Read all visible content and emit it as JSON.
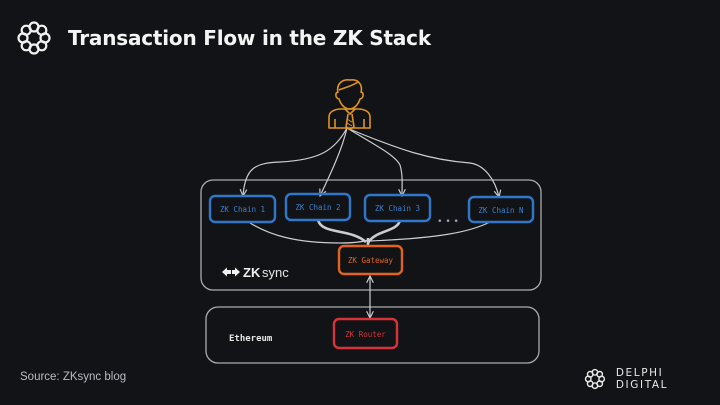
{
  "header": {
    "title": "Transaction Flow in the ZK Stack",
    "logo_icon": "delphi-knot-icon"
  },
  "diagram": {
    "user_icon": "businessman-icon",
    "chains": [
      {
        "label": "ZK Chain 1"
      },
      {
        "label": "ZK Chain 2"
      },
      {
        "label": "ZK Chain 3"
      },
      {
        "label": "ZK Chain N"
      }
    ],
    "ellipsis": "• • •",
    "gateway": {
      "label": "ZK Gateway"
    },
    "router": {
      "label": "ZK Router"
    },
    "zksync_logo": {
      "mark": "⮂",
      "bold": "ZK",
      "light": "sync"
    },
    "ethereum_label": "Ethereum",
    "colors": {
      "chain": "#2f78c9",
      "gateway": "#e0641f",
      "router": "#d6343a",
      "user": "#e0951f",
      "lines": "#c9ccd1",
      "container": "#a8abb0"
    }
  },
  "footer": {
    "source": "Source:  ZKsync blog",
    "brand": "DELPHI DIGITAL"
  }
}
